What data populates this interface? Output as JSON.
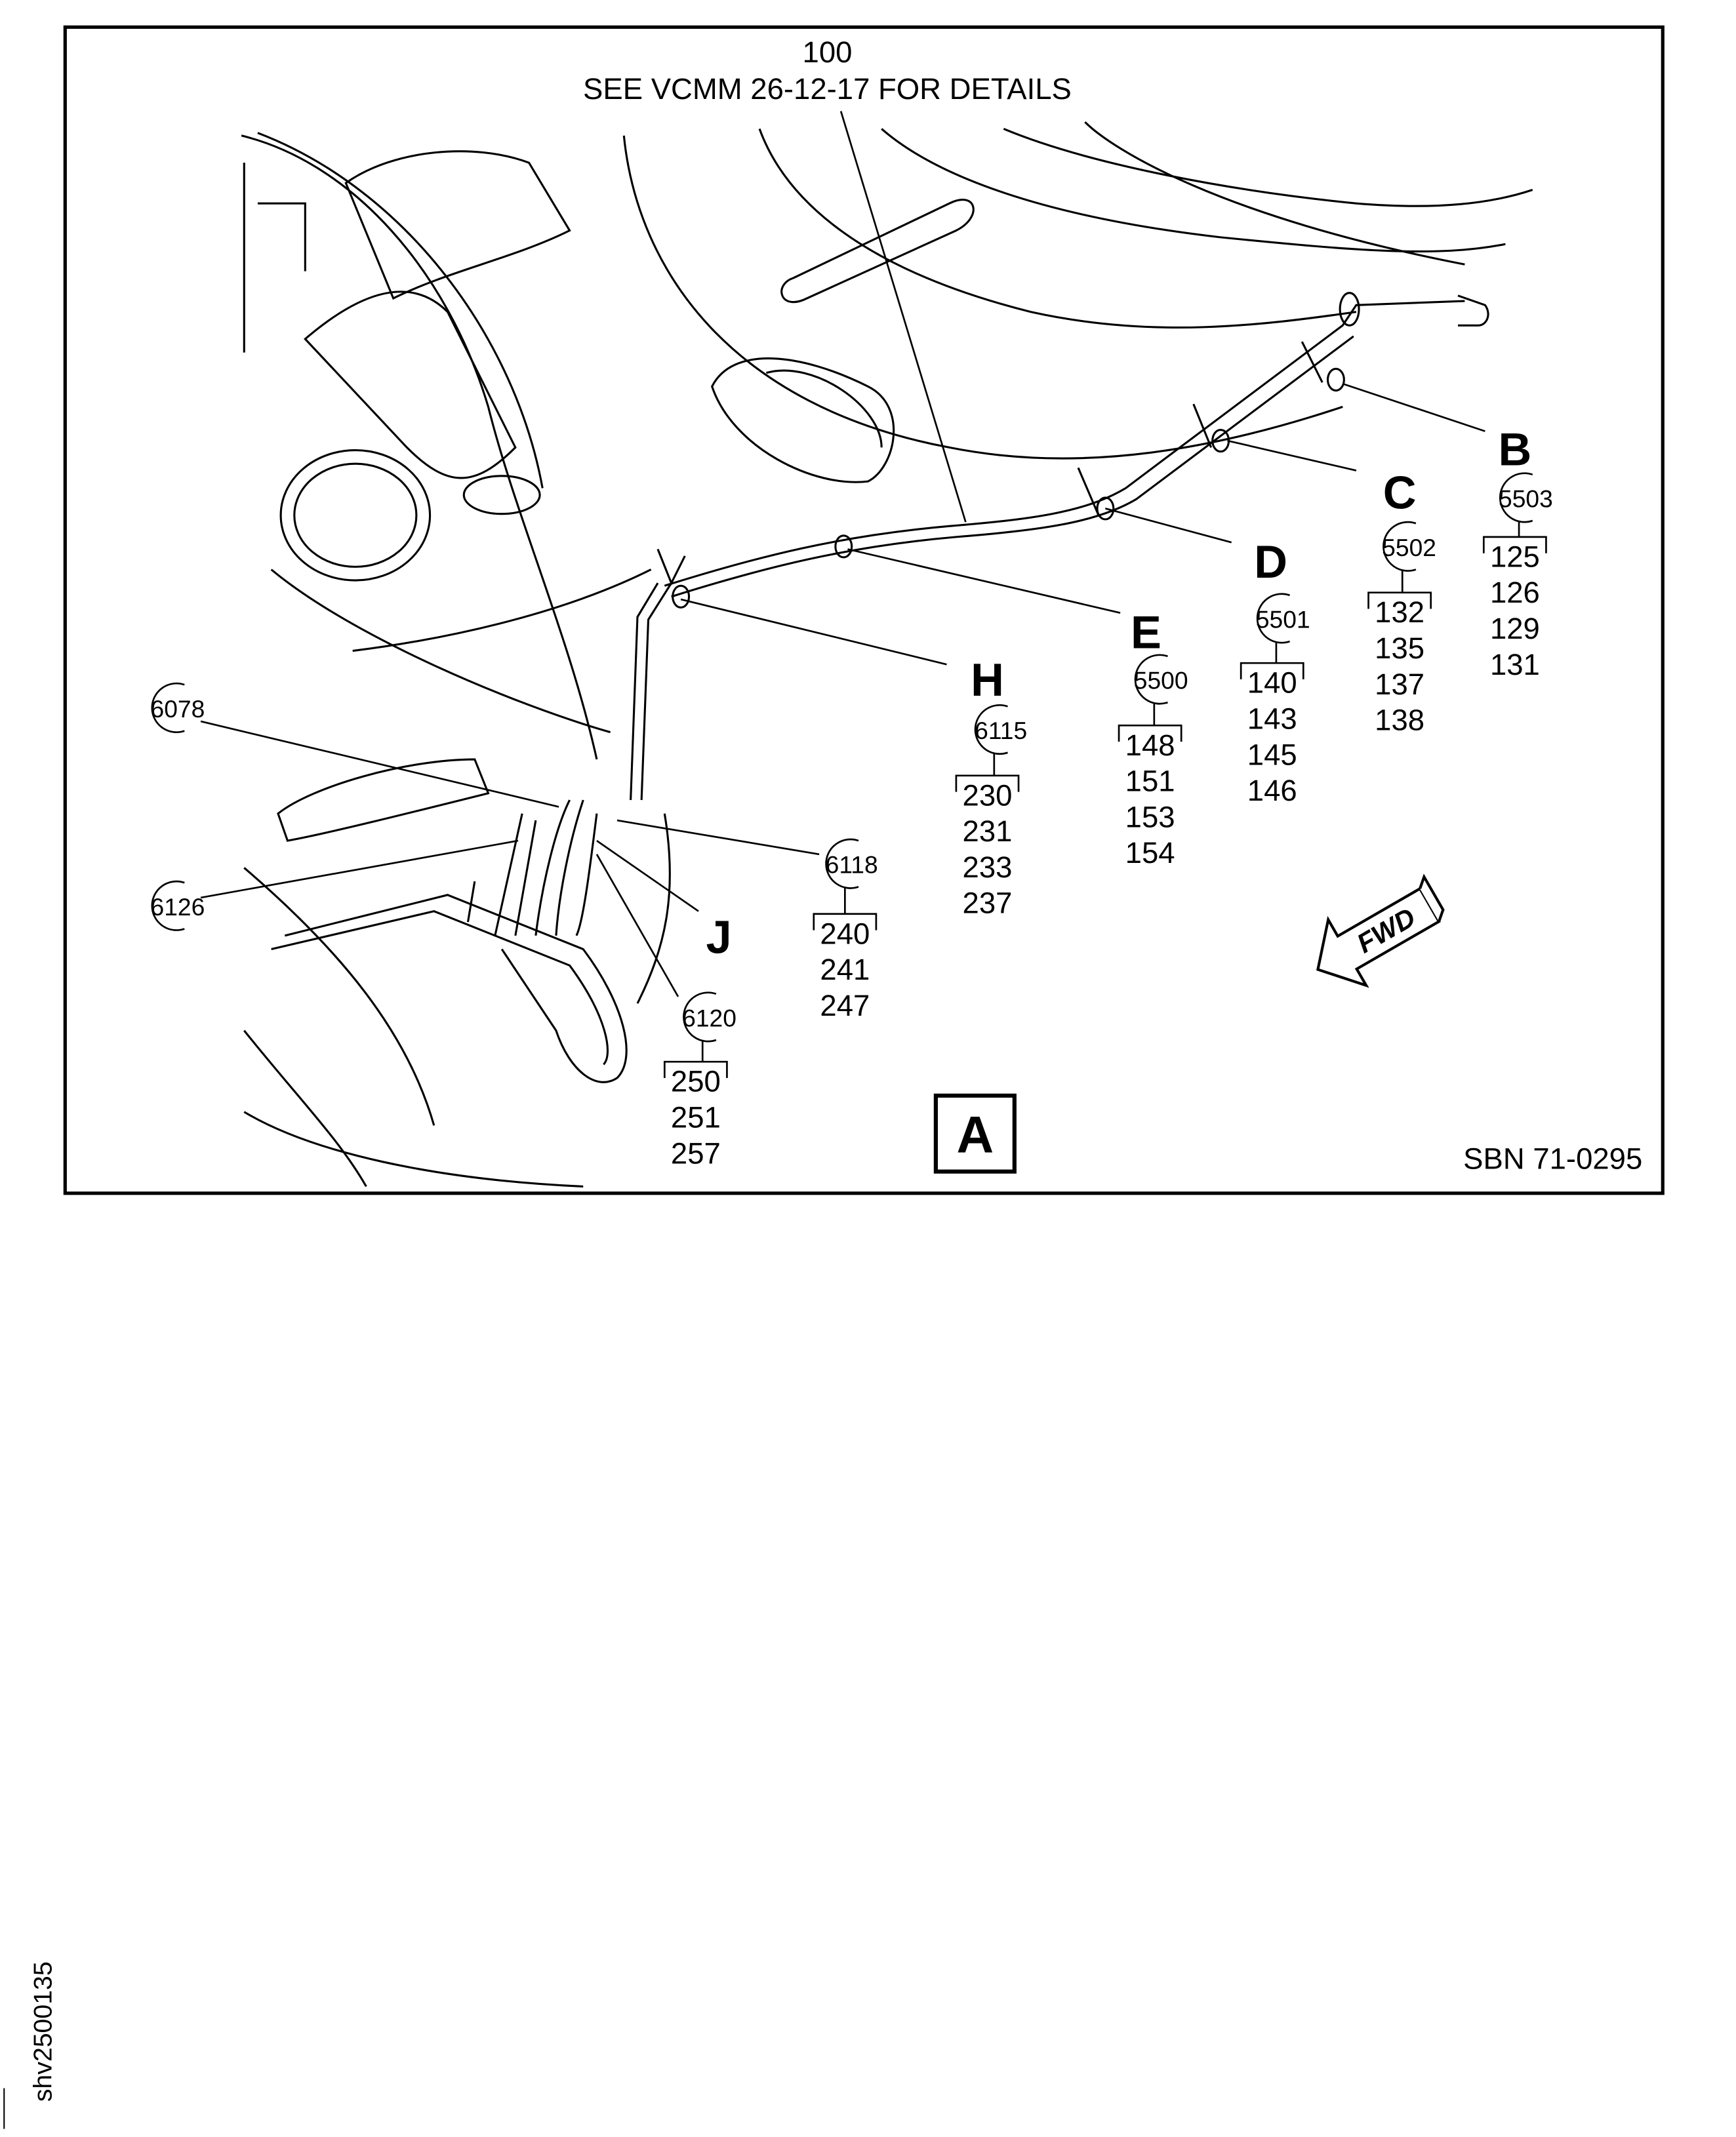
{
  "header": {
    "item": "100",
    "note": "SEE VCMM 26-12-17 FOR DETAILS"
  },
  "view_label": "A",
  "sbn": "SBN 71-0295",
  "fwd_label": "FWD",
  "side_id": "shv2500135",
  "callouts": [
    {
      "letter": "B",
      "ref": "5503",
      "items": [
        "125",
        "126",
        "129",
        "131"
      ]
    },
    {
      "letter": "C",
      "ref": "5502",
      "items": [
        "132",
        "135",
        "137",
        "138"
      ]
    },
    {
      "letter": "D",
      "ref": "5501",
      "items": [
        "140",
        "143",
        "145",
        "146"
      ]
    },
    {
      "letter": "E",
      "ref": "5500",
      "items": [
        "148",
        "151",
        "153",
        "154"
      ]
    },
    {
      "letter": "H",
      "ref": "6115",
      "items": [
        "230",
        "231",
        "233",
        "237"
      ]
    },
    {
      "letter": "",
      "ref": "6118",
      "items": [
        "240",
        "241",
        "247"
      ]
    },
    {
      "letter": "J",
      "ref": "",
      "items": []
    },
    {
      "letter": "",
      "ref": "6120",
      "items": [
        "250",
        "251",
        "257"
      ]
    },
    {
      "letter": "",
      "ref": "6078",
      "items": []
    },
    {
      "letter": "",
      "ref": "6126",
      "items": []
    }
  ]
}
